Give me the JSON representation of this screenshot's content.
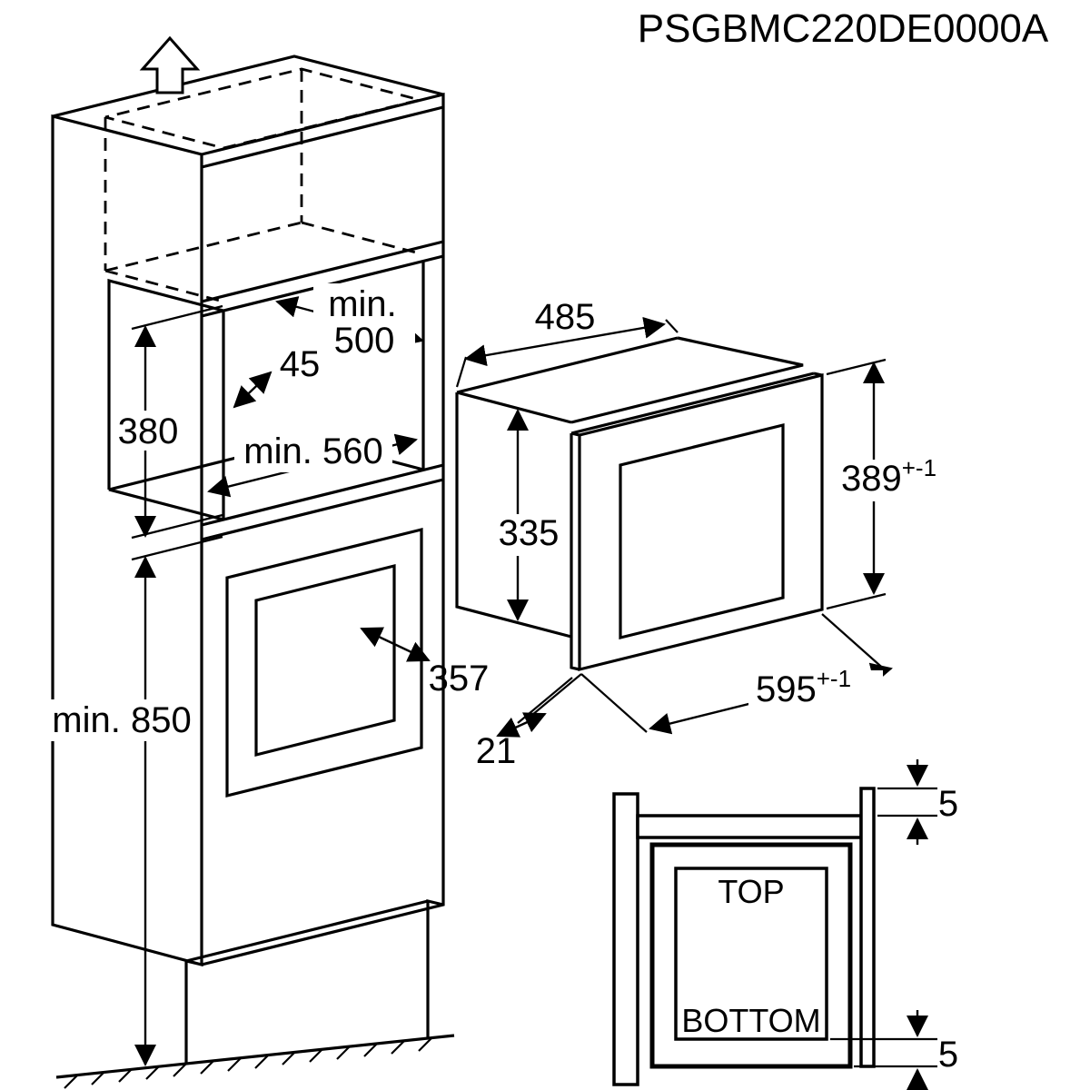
{
  "title": "PSGBMC220DE0000A",
  "cabinet": {
    "niche_depth_prefix": "min.",
    "niche_depth_value": "500",
    "side_clearance": "45",
    "niche_height": "380",
    "niche_width": "min. 560",
    "plinth_height": "min. 850",
    "door_dimension": "357"
  },
  "microwave": {
    "body_width": "485",
    "body_height": "335",
    "front_height": "389",
    "front_height_tolerance": "+-1",
    "front_width": "595",
    "front_width_tolerance": "+-1",
    "frame_depth": "21"
  },
  "detail": {
    "top_label": "TOP",
    "bottom_label": "BOTTOM",
    "top_gap": "5",
    "bottom_gap": "5"
  }
}
